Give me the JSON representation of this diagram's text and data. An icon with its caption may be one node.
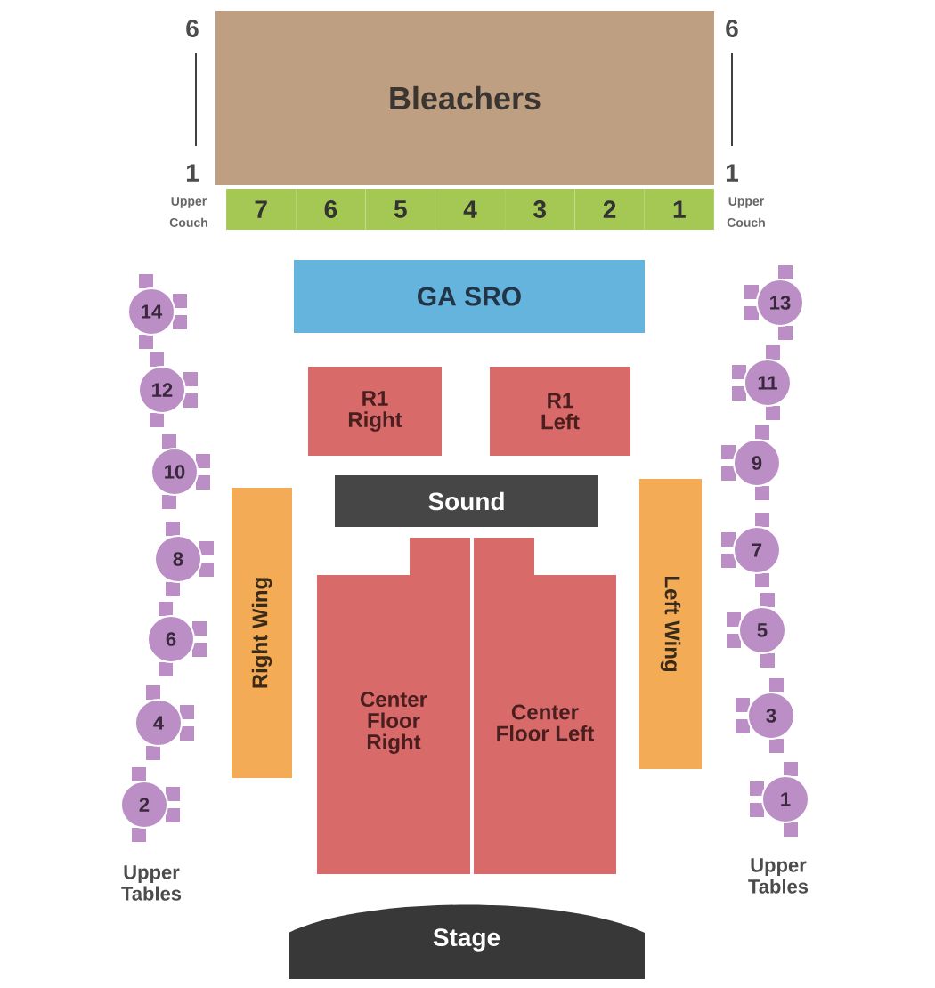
{
  "diagram": {
    "nodes": [
      {
        "text": [
          "Bleachers"
        ]
      },
      {
        "text": [
          "7"
        ]
      },
      {
        "text": [
          "6"
        ]
      },
      {
        "text": [
          "5"
        ]
      },
      {
        "text": [
          "4"
        ]
      },
      {
        "text": [
          "3"
        ]
      },
      {
        "text": [
          "2"
        ]
      },
      {
        "text": [
          "1"
        ]
      },
      {
        "text": [
          "GA SRO"
        ]
      },
      {
        "text": [
          "R1 Right"
        ]
      },
      {
        "text": [
          "R1 Left"
        ]
      },
      {
        "text": [
          "Sound"
        ]
      },
      {
        "text": [
          "Right Wing"
        ]
      },
      {
        "text": [
          "Left Wing"
        ]
      },
      {
        "text": [
          "Center Floor Right"
        ]
      },
      {
        "text": [
          "Center Floor Left"
        ]
      },
      {
        "text": [
          "Stage"
        ]
      },
      {
        "text": [
          "14"
        ]
      },
      {
        "text": [
          "12"
        ]
      },
      {
        "text": [
          "10"
        ]
      },
      {
        "text": [
          "8"
        ]
      },
      {
        "text": [
          "6"
        ]
      },
      {
        "text": [
          "4"
        ]
      },
      {
        "text": [
          "2"
        ]
      },
      {
        "text": [
          "13"
        ]
      },
      {
        "text": [
          "11"
        ]
      },
      {
        "text": [
          "9"
        ]
      },
      {
        "text": [
          "7"
        ]
      },
      {
        "text": [
          "5"
        ]
      },
      {
        "text": [
          "3"
        ]
      },
      {
        "text": [
          "1"
        ]
      }
    ],
    "labels": [
      "6",
      "6",
      "1",
      "1",
      "Upper Couch",
      "Upper Couch",
      "Upper Tables",
      "Upper Tables"
    ]
  }
}
